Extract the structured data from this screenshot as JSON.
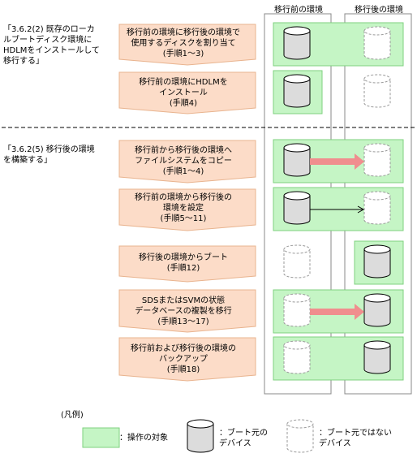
{
  "columns": {
    "before": "移行前の環境",
    "after": "移行後の環境"
  },
  "sections": [
    {
      "title": "「3.6.2(2) 既存のローカ\nルブートディスク環境に\nHDLMをインストールして\n移行する」"
    },
    {
      "title": "「3.6.2(5) 移行後の環境\nを構築する」"
    }
  ],
  "steps": [
    {
      "text": "移行前の環境に移行後の環境で\n使用するディスクを割り当て\n(手順1～3)",
      "before": "boot",
      "after": "nonboot",
      "target": "both",
      "arrow": "none"
    },
    {
      "text": "移行前の環境にHDLMを\nインストール\n(手順4)",
      "before": "boot",
      "after": "nonboot",
      "target": "before",
      "arrow": "none"
    },
    {
      "text": "移行前から移行後の環境へ\nファイルシステムをコピー\n(手順1～4)",
      "before": "boot",
      "after": "nonboot",
      "target": "both",
      "arrow": "thick"
    },
    {
      "text": "移行前の環境から移行後の\n環境を設定\n(手順5～11)",
      "before": "boot",
      "after": "nonboot",
      "target": "both",
      "arrow": "thin"
    },
    {
      "text": "移行後の環境からブート\n(手順12)",
      "before": "nonboot",
      "after": "boot",
      "target": "after",
      "arrow": "none"
    },
    {
      "text": "SDSまたはSVMの状態\nデータベースの複製を移行\n(手順13～17)",
      "before": "nonboot",
      "after": "boot",
      "target": "both",
      "arrow": "thick"
    },
    {
      "text": "移行前および移行後の環境の\nバックアップ\n(手順18)",
      "before": "nonboot",
      "after": "boot",
      "target": "both",
      "arrow": "none"
    }
  ],
  "legend": {
    "heading": "(凡例)",
    "operation_target": "：操作の対象",
    "boot_device": "：ブート元の\nデバイス",
    "nonboot_device": "：ブート元ではない\nデバイス"
  },
  "colors": {
    "step_box_fill": "#fcdcc8",
    "target_fill": "#c5f5c5",
    "target_border": "#7fd17f",
    "arrow_thick": "#f08e8e",
    "disk_boot": "#dcdcdc",
    "disk_nonboot": "#ffffff"
  }
}
